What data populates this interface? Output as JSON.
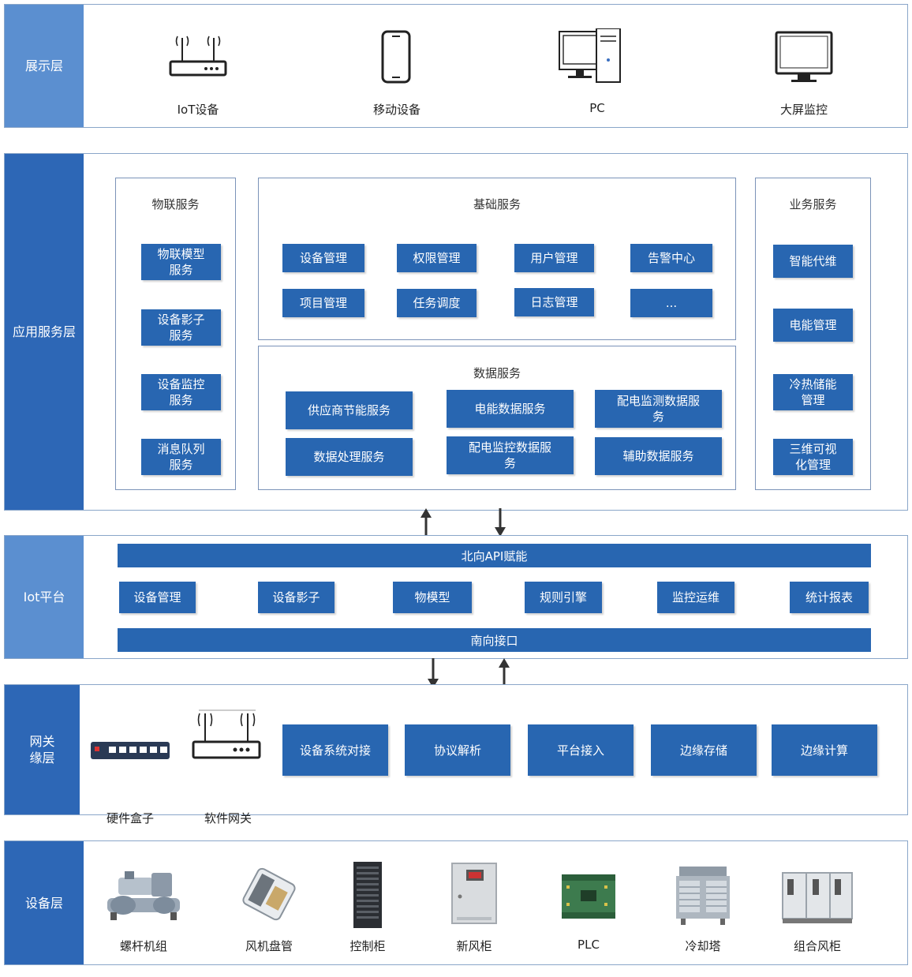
{
  "display_layer": {
    "label": "展示层",
    "items": [
      {
        "icon": "router-icon",
        "label": "IoT设备"
      },
      {
        "icon": "smartphone-icon",
        "label": "移动设备"
      },
      {
        "icon": "desktop-pc-icon",
        "label": "PC"
      },
      {
        "icon": "monitor-icon",
        "label": "大屏监控"
      }
    ]
  },
  "app_layer": {
    "label": "应用服务层",
    "iot_services": {
      "title": "物联服务",
      "items": [
        "物联模型服务",
        "设备影子服务",
        "设备监控服务",
        "消息队列服务"
      ]
    },
    "basic_services": {
      "title": "基础服务",
      "items": [
        "设备管理",
        "权限管理",
        "用户管理",
        "告警中心",
        "项目管理",
        "任务调度",
        "日志管理",
        "..."
      ]
    },
    "data_services": {
      "title": "数据服务",
      "items": [
        "供应商节能服务",
        "电能数据服务",
        "配电监测数据服务",
        "数据处理服务",
        "配电监控数据服务",
        "辅助数据服务"
      ]
    },
    "business_services": {
      "title": "业务服务",
      "items": [
        "智能代维",
        "电能管理",
        "冷热储能管理",
        "三维可视化管理"
      ]
    }
  },
  "iot_platform": {
    "label": "Iot平台",
    "north_bar": "北向API赋能",
    "south_bar": "南向接口",
    "items": [
      "设备管理",
      "设备影子",
      "物模型",
      "规则引擎",
      "监控运维",
      "统计报表"
    ]
  },
  "gateway_layer": {
    "label": "网关缘层",
    "devices": [
      {
        "icon": "hardware-box-icon",
        "label": "硬件盒子"
      },
      {
        "icon": "software-gateway-icon",
        "label": "软件网关"
      }
    ],
    "functions": [
      "设备系统对接",
      "协议解析",
      "平台接入",
      "边缘存储",
      "边缘计算"
    ]
  },
  "device_layer": {
    "label": "设备层",
    "items": [
      {
        "icon": "screw-chiller-icon",
        "label": "螺杆机组"
      },
      {
        "icon": "fan-coil-icon",
        "label": "风机盘管"
      },
      {
        "icon": "control-cabinet-icon",
        "label": "控制柜"
      },
      {
        "icon": "fresh-air-cabinet-icon",
        "label": "新风柜"
      },
      {
        "icon": "plc-board-icon",
        "label": "PLC"
      },
      {
        "icon": "cooling-tower-icon",
        "label": "冷却塔"
      },
      {
        "icon": "air-handling-unit-icon",
        "label": "组合风柜"
      }
    ]
  },
  "colors": {
    "box_blue": "#2866b1",
    "label_light": "#5b8fd0",
    "label_dark": "#2d67b6",
    "border": "#8aa6c9"
  }
}
